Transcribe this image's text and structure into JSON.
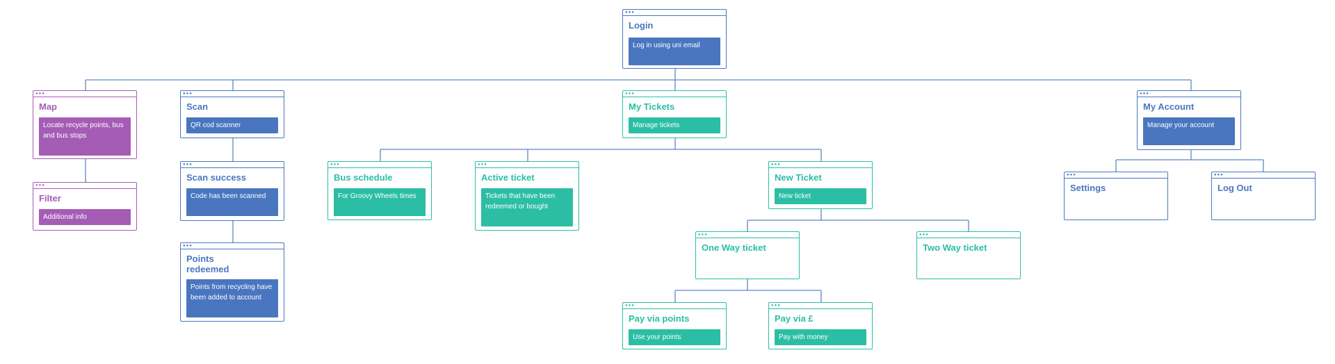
{
  "nodes": {
    "login": {
      "title": "Login",
      "sub": "Log in using uni email"
    },
    "map": {
      "title": "Map",
      "sub": "Locate recycle points, bus and bus stops"
    },
    "filter": {
      "title": "Filter",
      "sub": "Additional info"
    },
    "scan": {
      "title": "Scan",
      "sub": "QR cod scanner"
    },
    "scan_success": {
      "title": "Scan success",
      "sub": "Code has been scanned"
    },
    "points_redeemed": {
      "title": "Points redeemed",
      "sub": "Points from recycling have been added to account"
    },
    "my_tickets": {
      "title": "My Tickets",
      "sub": "Manage tickets"
    },
    "bus_schedule": {
      "title": "Bus schedule",
      "sub": "For Groovy Wheels times"
    },
    "active_ticket": {
      "title": "Active ticket",
      "sub": "Tickets that have been redeemed or bought"
    },
    "new_ticket": {
      "title": "New Ticket",
      "sub": "New ticket"
    },
    "one_way": {
      "title": "One Way ticket"
    },
    "two_way": {
      "title": "Two Way ticket"
    },
    "pay_points": {
      "title": "Pay via points",
      "sub": "Use your points"
    },
    "pay_money": {
      "title": "Pay via £",
      "sub": "Pay with money"
    },
    "my_account": {
      "title": "My Account",
      "sub": "Manage your account"
    },
    "settings": {
      "title": "Settings"
    },
    "log_out": {
      "title": "Log Out"
    }
  },
  "colors": {
    "blue": "#4a76c0",
    "purple": "#a55cb5",
    "teal": "#2bbea5",
    "line": "#5b86c8"
  }
}
